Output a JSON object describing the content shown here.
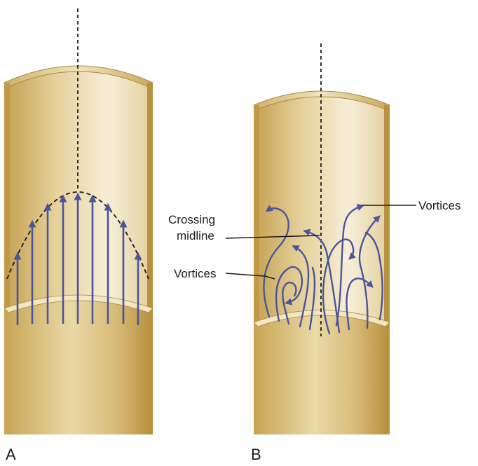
{
  "panels": {
    "a": {
      "label": "A"
    },
    "b": {
      "label": "B"
    }
  },
  "annotations": {
    "crossing_line1": "Crossing",
    "crossing_line2": "midline",
    "vortices_left": "Vortices",
    "vortices_right": "Vortices"
  },
  "colors": {
    "tube_light": "#f3e9cf",
    "tube_mid": "#d9bd7a",
    "tube_dark": "#b89443",
    "rim": "#c9a85c",
    "flow_arrow": "#4b559b",
    "outline": "#a88a3e",
    "line": "#1a1a1a"
  }
}
